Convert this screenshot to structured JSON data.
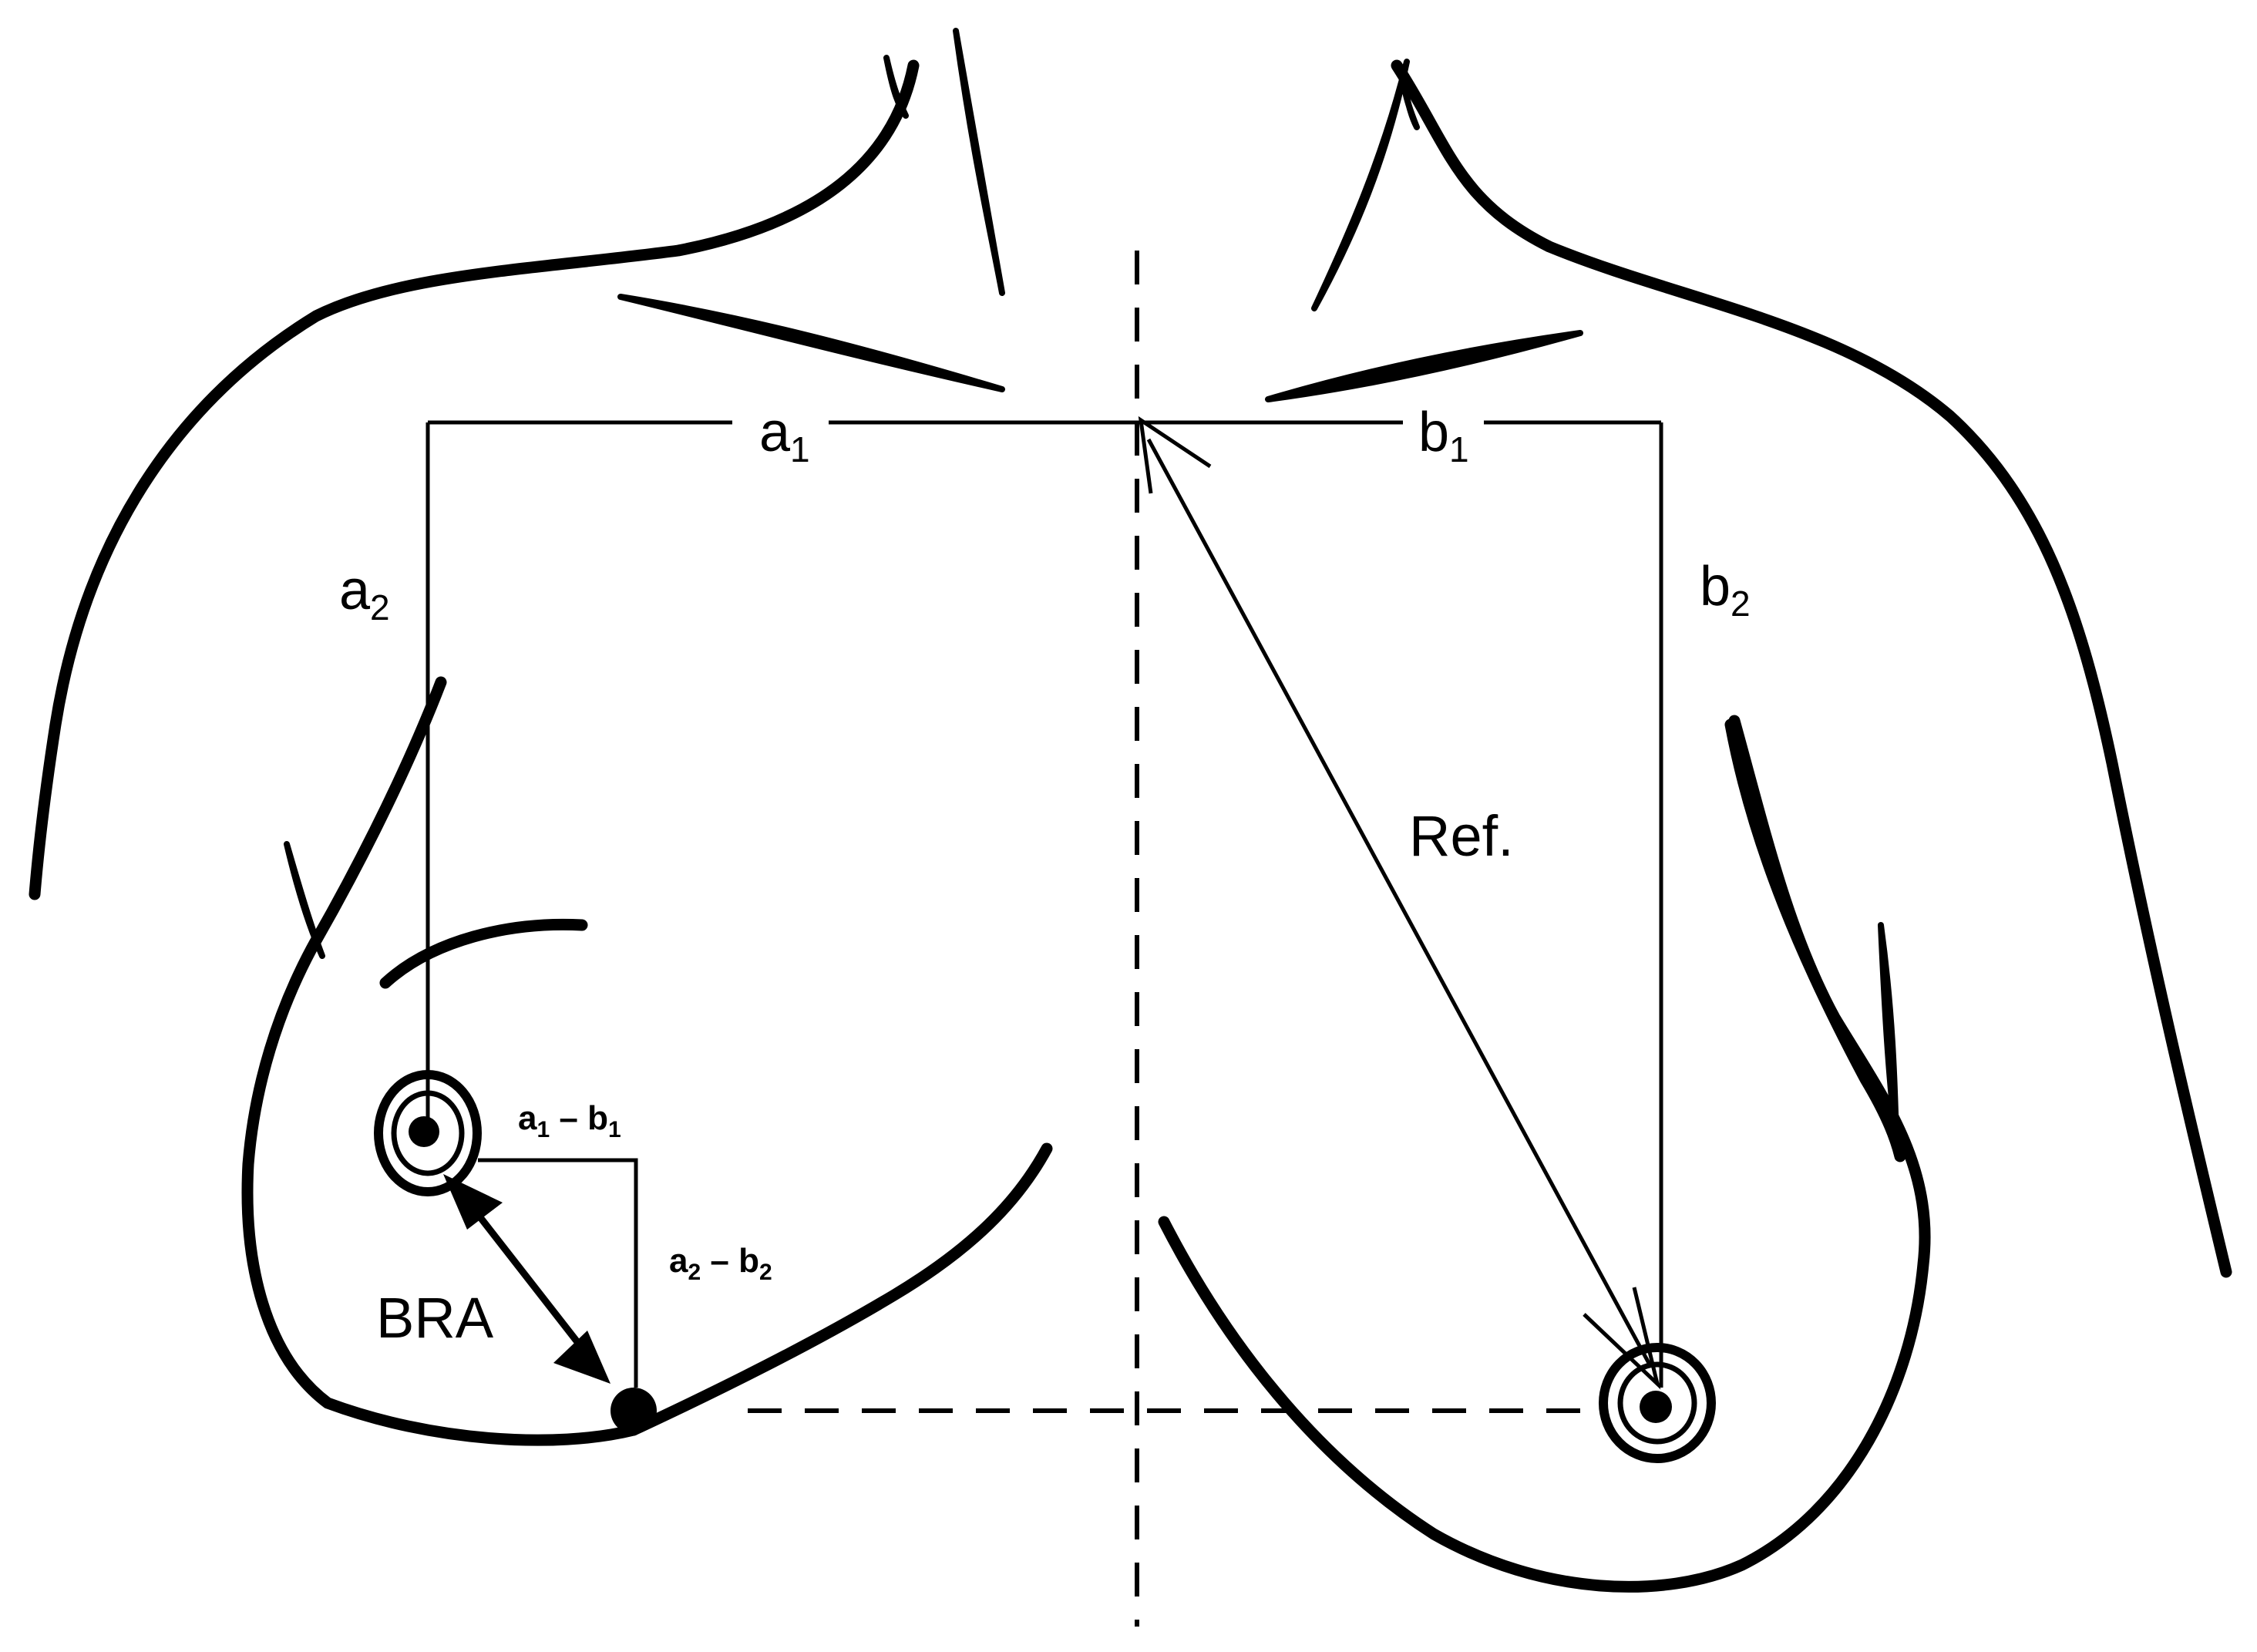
{
  "labels": {
    "a1": {
      "base": "a",
      "sub": "1"
    },
    "b1": {
      "base": "b",
      "sub": "1"
    },
    "a2": {
      "base": "a",
      "sub": "2"
    },
    "b2": {
      "base": "b",
      "sub": "2"
    },
    "ref": "Ref.",
    "bra": "BRA",
    "diff_horizontal": {
      "left": "a",
      "left_sub": "1",
      "op": " – ",
      "right": "b",
      "right_sub": "1"
    },
    "diff_vertical": {
      "left": "a",
      "left_sub": "2",
      "op": " – ",
      "right": "b",
      "right_sub": "2"
    }
  },
  "colors": {
    "ink": "#000000",
    "paper": "#ffffff"
  }
}
